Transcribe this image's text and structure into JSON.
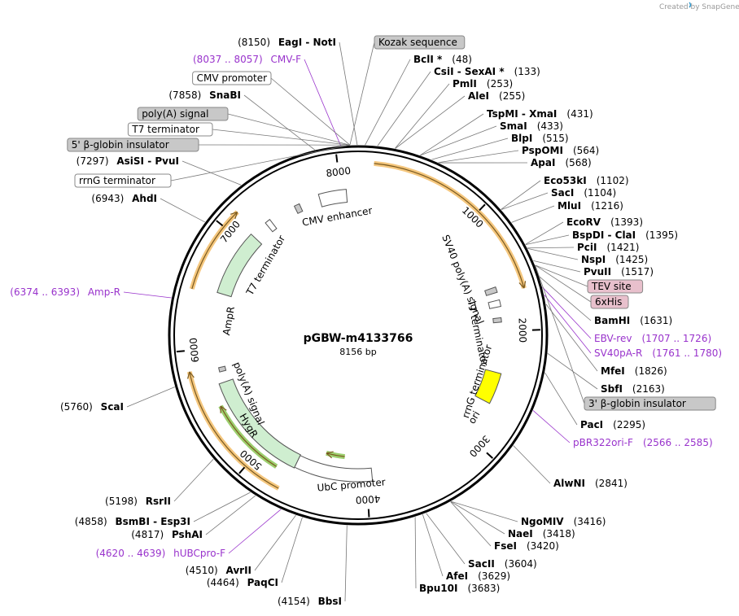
{
  "brand": {
    "created_by": "Created by",
    "product": "SnapGene",
    "icon": "snapgene-logo-icon"
  },
  "plasmid": {
    "name": "pGBW-m4133766",
    "length_label": "8156 bp",
    "length": 8156
  },
  "colors": {
    "primer": "#9933cc",
    "amp_bar": "#f5c77e",
    "amp_green": "#cfeed0",
    "ori": "#ffff00",
    "feature_box_gray": "#c8c8c8",
    "feature_box_pink": "#e8c0cc",
    "backbone": "#000000"
  },
  "ticks": [
    {
      "label": "1000",
      "pos": 1000
    },
    {
      "label": "2000",
      "pos": 2000
    },
    {
      "label": "3000",
      "pos": 3000
    },
    {
      "label": "4000",
      "pos": 4000
    },
    {
      "label": "5000",
      "pos": 5000
    },
    {
      "label": "6000",
      "pos": 6000
    },
    {
      "label": "7000",
      "pos": 7000
    },
    {
      "label": "8000",
      "pos": 8000
    }
  ],
  "map_features": [
    {
      "name": "CMV enhancer",
      "start": 7797,
      "end": 8100,
      "kind": "enhancer"
    },
    {
      "name": "SV40 poly(A) signal",
      "start": 1550,
      "end": 1680,
      "kind": "polyA"
    },
    {
      "name": "T7 terminator",
      "start": 1700,
      "end": 1770,
      "kind": "terminator"
    },
    {
      "name": "rrnG terminator",
      "start": 1830,
      "end": 1930,
      "kind": "terminator"
    },
    {
      "name": "ori",
      "start": 2350,
      "end": 2650,
      "kind": "ori"
    },
    {
      "name": "UbC promoter",
      "start": 3950,
      "end": 4650,
      "kind": "promoter"
    },
    {
      "name": "HygR",
      "start": 4650,
      "end": 5700,
      "kind": "cds"
    },
    {
      "name": "poly(A) signal",
      "start": 5750,
      "end": 5800,
      "kind": "polyA"
    },
    {
      "name": "AmpR",
      "start": 6460,
      "end": 7120,
      "kind": "cds"
    },
    {
      "name": "T7 terminator",
      "start": 7250,
      "end": 7300,
      "kind": "terminator"
    }
  ],
  "right_labels": [
    {
      "type": "enzyme",
      "text": "BclI *",
      "pos": "(48)"
    },
    {
      "type": "enzyme",
      "text": "CsiI  -  SexAI *",
      "pos": "(133)"
    },
    {
      "type": "enzyme",
      "text": "PmlI",
      "pos": "(253)"
    },
    {
      "type": "enzyme",
      "text": "AleI",
      "pos": "(255)"
    },
    {
      "type": "enzyme",
      "text": "TspMI  -  XmaI",
      "pos": "(431)"
    },
    {
      "type": "enzyme",
      "text": "SmaI",
      "pos": "(433)"
    },
    {
      "type": "enzyme",
      "text": "BlpI",
      "pos": "(515)"
    },
    {
      "type": "enzyme",
      "text": "PspOMI",
      "pos": "(564)"
    },
    {
      "type": "enzyme",
      "text": "ApaI",
      "pos": "(568)"
    },
    {
      "type": "enzyme",
      "text": "Eco53kI",
      "pos": "(1102)"
    },
    {
      "type": "enzyme",
      "text": "SacI",
      "pos": "(1104)"
    },
    {
      "type": "enzyme",
      "text": "MluI",
      "pos": "(1216)"
    },
    {
      "type": "enzyme",
      "text": "EcoRV",
      "pos": "(1393)"
    },
    {
      "type": "enzyme",
      "text": "BspDI  -  ClaI",
      "pos": "(1395)"
    },
    {
      "type": "enzyme",
      "text": "PciI",
      "pos": "(1421)"
    },
    {
      "type": "enzyme",
      "text": "NspI",
      "pos": "(1425)"
    },
    {
      "type": "enzyme",
      "text": "PvuII",
      "pos": "(1517)"
    },
    {
      "type": "featurebox",
      "text": "TEV site",
      "color": "pink"
    },
    {
      "type": "featurebox",
      "text": "6xHis",
      "color": "pink"
    },
    {
      "type": "enzyme",
      "text": "BamHI",
      "pos": "(1631)"
    },
    {
      "type": "primer",
      "text": "EBV-rev",
      "pos": "(1707 .. 1726)"
    },
    {
      "type": "primer",
      "text": "SV40pA-R",
      "pos": "(1761 .. 1780)"
    },
    {
      "type": "enzyme",
      "text": "MfeI",
      "pos": "(1826)"
    },
    {
      "type": "enzyme",
      "text": "SbfI",
      "pos": "(2163)"
    },
    {
      "type": "featurebox",
      "text": "3' β-globin insulator",
      "color": "gray"
    },
    {
      "type": "enzyme",
      "text": "PacI",
      "pos": "(2295)"
    },
    {
      "type": "primer",
      "text": "pBR322ori-F",
      "pos": "(2566 .. 2585)"
    },
    {
      "type": "enzyme",
      "text": "AlwNI",
      "pos": "(2841)"
    },
    {
      "type": "enzyme",
      "text": "NgoMIV",
      "pos": "(3416)"
    },
    {
      "type": "enzyme",
      "text": "NaeI",
      "pos": "(3418)"
    },
    {
      "type": "enzyme",
      "text": "FseI",
      "pos": "(3420)"
    },
    {
      "type": "enzyme",
      "text": "SacII",
      "pos": "(3604)"
    },
    {
      "type": "enzyme",
      "text": "AfeI",
      "pos": "(3629)"
    },
    {
      "type": "enzyme",
      "text": "Bpu10I",
      "pos": "(3683)"
    }
  ],
  "left_labels": [
    {
      "type": "enzyme",
      "text": "EagI  -  NotI",
      "pos": "(8150)"
    },
    {
      "type": "featurebox",
      "text": "Kozak sequence",
      "color": "gray"
    },
    {
      "type": "primer",
      "text": "CMV-F",
      "pos": "(8037 .. 8057)"
    },
    {
      "type": "featurebox",
      "text": "CMV promoter",
      "color": "white"
    },
    {
      "type": "enzyme",
      "text": "SnaBI",
      "pos": "(7858)"
    },
    {
      "type": "featurebox",
      "text": "poly(A) signal",
      "color": "gray"
    },
    {
      "type": "featurebox",
      "text": "T7 terminator",
      "color": "white"
    },
    {
      "type": "featurebox",
      "text": "5' β-globin insulator",
      "color": "gray"
    },
    {
      "type": "enzyme",
      "text": "AsiSI  -  PvuI",
      "pos": "(7297)"
    },
    {
      "type": "featurebox",
      "text": "rrnG terminator",
      "color": "white"
    },
    {
      "type": "enzyme",
      "text": "AhdI",
      "pos": "(6943)"
    },
    {
      "type": "primer",
      "text": "Amp-R",
      "pos": "(6374 .. 6393)"
    },
    {
      "type": "enzyme",
      "text": "ScaI",
      "pos": "(5760)"
    },
    {
      "type": "enzyme",
      "text": "RsrII",
      "pos": "(5198)"
    },
    {
      "type": "enzyme",
      "text": "BsmBI  -  Esp3I",
      "pos": "(4858)"
    },
    {
      "type": "enzyme",
      "text": "PshAI",
      "pos": "(4817)"
    },
    {
      "type": "primer",
      "text": "hUBCpro-F",
      "pos": "(4620 .. 4639)"
    },
    {
      "type": "enzyme",
      "text": "AvrII",
      "pos": "(4510)"
    },
    {
      "type": "enzyme",
      "text": "PaqCI",
      "pos": "(4464)"
    },
    {
      "type": "enzyme",
      "text": "BbsI",
      "pos": "(4154)"
    }
  ]
}
